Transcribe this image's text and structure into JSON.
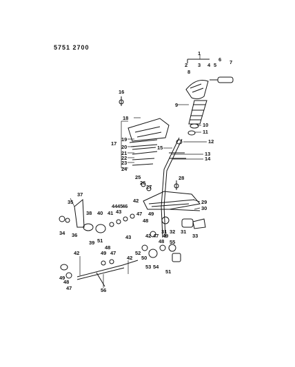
{
  "diagram": {
    "part_code": "5751 2700",
    "callouts": [
      "1",
      "2",
      "3",
      "4",
      "5",
      "6",
      "7",
      "8",
      "9",
      "10",
      "11",
      "12",
      "13",
      "14",
      "15",
      "16",
      "17",
      "18",
      "19",
      "20",
      "21",
      "22",
      "23",
      "24",
      "25",
      "26",
      "27",
      "28",
      "29",
      "30",
      "31",
      "32",
      "33",
      "34",
      "35",
      "36",
      "37",
      "38",
      "39",
      "40",
      "41",
      "42",
      "43",
      "44",
      "45",
      "46",
      "47",
      "48",
      "49",
      "50",
      "51",
      "52",
      "53",
      "54",
      "55",
      "56"
    ]
  }
}
